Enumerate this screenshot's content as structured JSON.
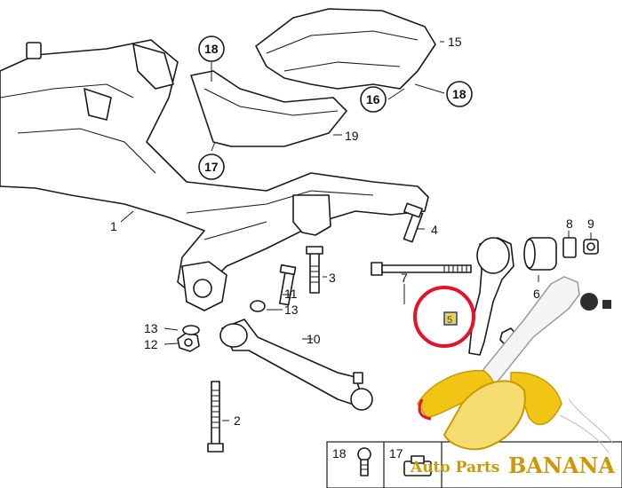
{
  "callouts": {
    "c1": "1",
    "c2": "2",
    "c4": "4",
    "c3": "3",
    "c7": "7",
    "c6": "6",
    "c8": "8",
    "c9": "9",
    "c10": "10",
    "c11": "11",
    "c12": "12",
    "c13a": "13",
    "c13b": "13",
    "c15": "15",
    "c16": "16",
    "c18a": "18",
    "c18b": "18",
    "c19": "19",
    "c17a": "17",
    "c5": "5"
  },
  "legend": {
    "box_a": "18",
    "box_b": "17"
  },
  "branding": {
    "text_small": "Auto Parts",
    "text_big": "BANANA",
    "accent_color": "#f1c40f",
    "highlight_circle_color": "#e8102a"
  }
}
